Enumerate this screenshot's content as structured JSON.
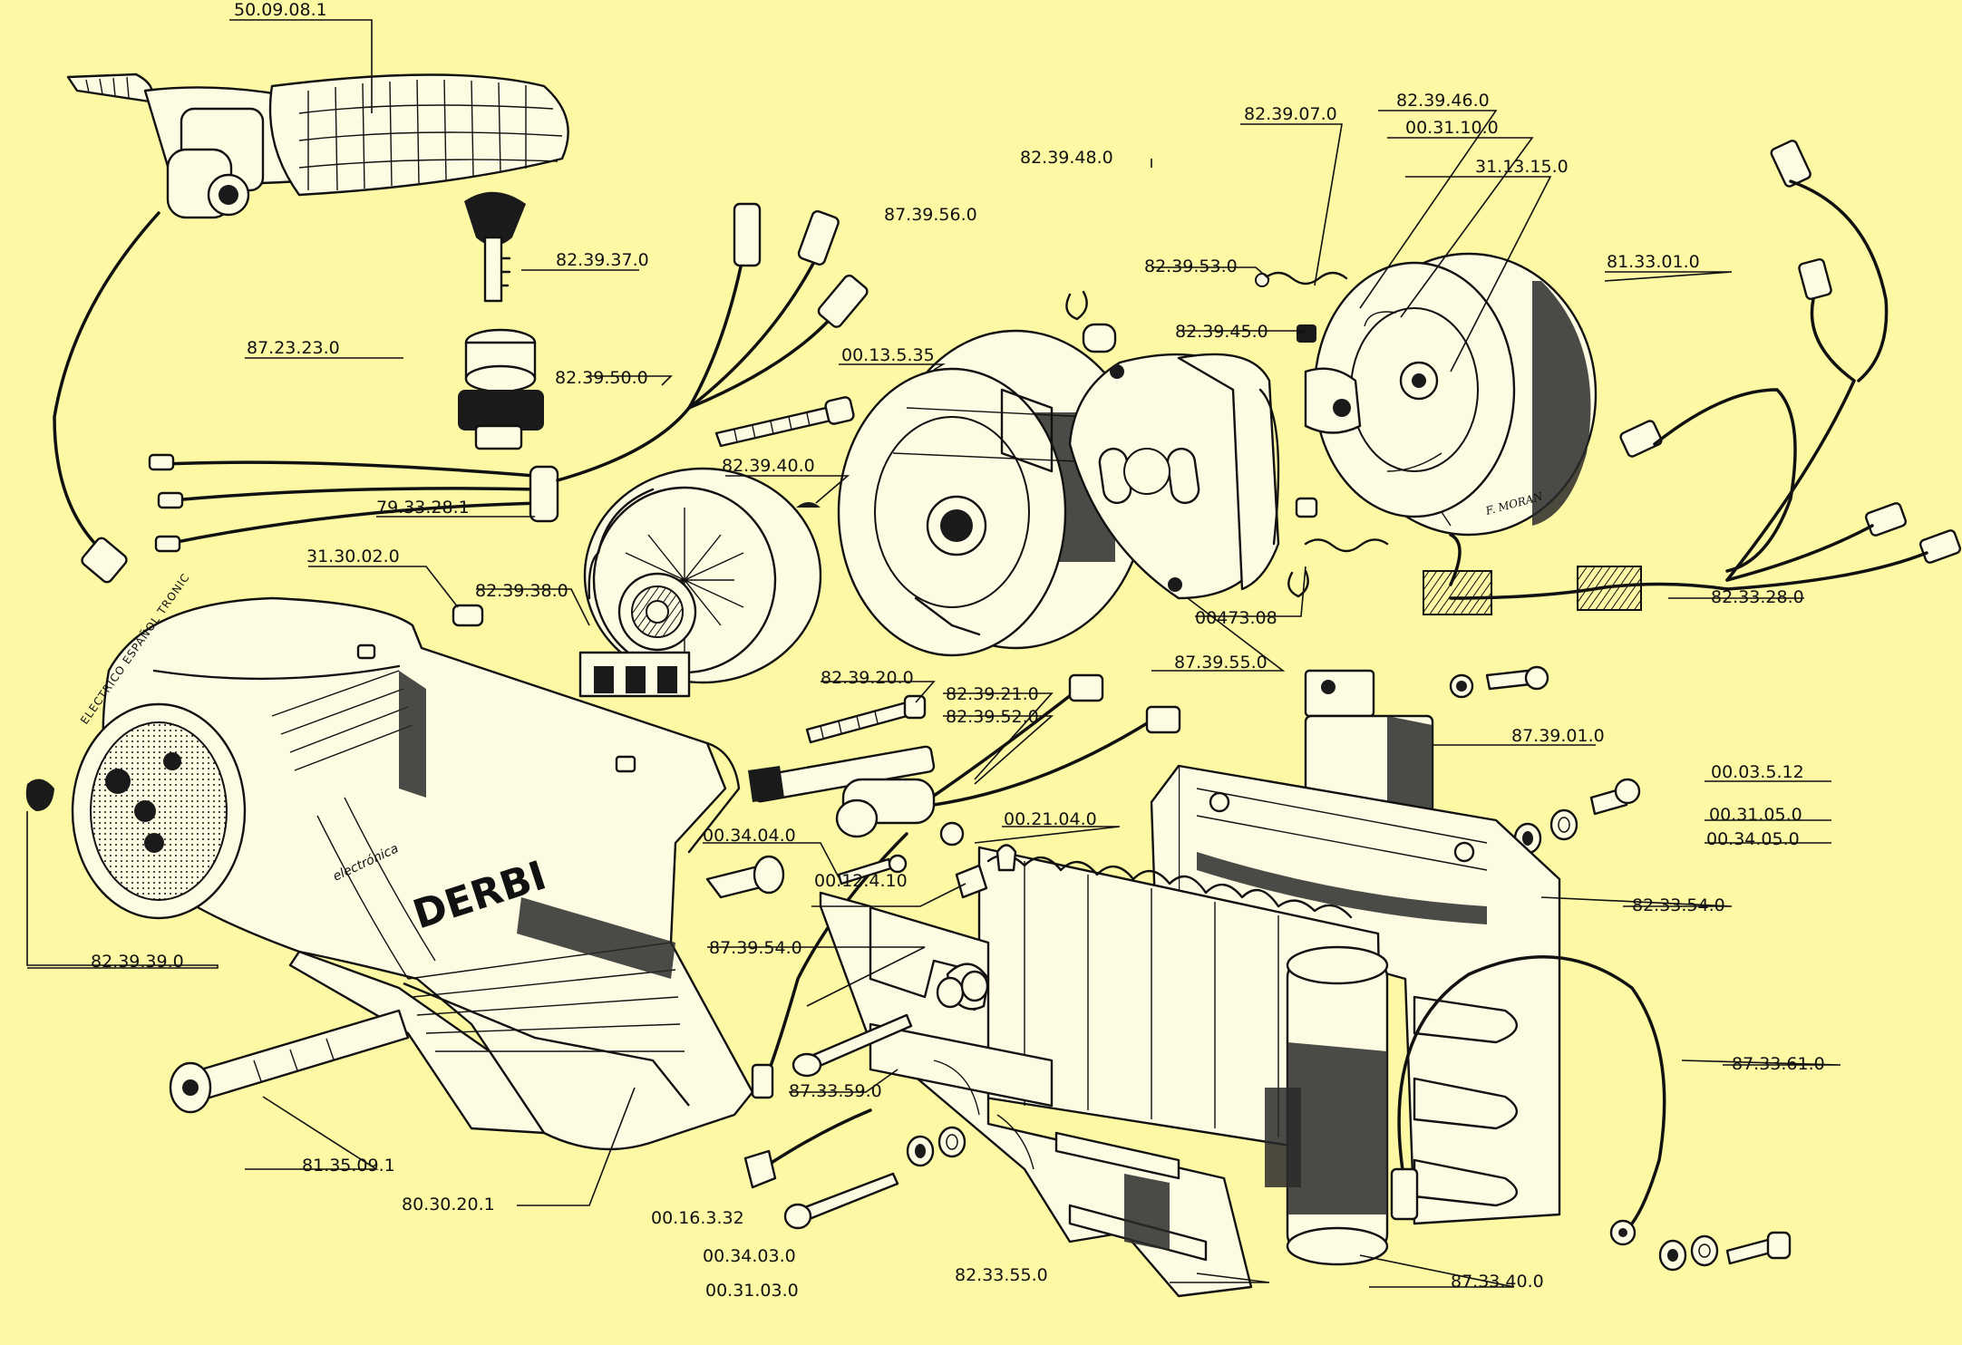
{
  "diagram": {
    "labels": [
      {
        "key": "l1",
        "text": "50.09.08.1"
      },
      {
        "key": "l2",
        "text": "82.39.37.0"
      },
      {
        "key": "l3",
        "text": "87.39.56.0"
      },
      {
        "key": "l4",
        "text": "82.39.07.0"
      },
      {
        "key": "l5",
        "text": "82.39.46.0"
      },
      {
        "key": "l6",
        "text": "00.31.10.0"
      },
      {
        "key": "l7",
        "text": "31.13.15.0"
      },
      {
        "key": "l8",
        "text": "82.39.48.0"
      },
      {
        "key": "l9",
        "text": "82.39.53.0"
      },
      {
        "key": "l10",
        "text": "81.33.01.0"
      },
      {
        "key": "l11",
        "text": "82.39.45.0"
      },
      {
        "key": "l12",
        "text": "87.23.23.0"
      },
      {
        "key": "l13",
        "text": "82.39.50.0"
      },
      {
        "key": "l14",
        "text": "00.13.5.35"
      },
      {
        "key": "l15",
        "text": "82.39.40.0"
      },
      {
        "key": "l16",
        "text": "79.33.28.1"
      },
      {
        "key": "l17",
        "text": "31.30.02.0"
      },
      {
        "key": "l18",
        "text": "82.39.38.0"
      },
      {
        "key": "l19",
        "text": "00473.08"
      },
      {
        "key": "l20",
        "text": "82.33.28.0"
      },
      {
        "key": "l21",
        "text": "87.39.55.0"
      },
      {
        "key": "l22",
        "text": "82.39.20.0"
      },
      {
        "key": "l23",
        "text": "82.39.21.0"
      },
      {
        "key": "l24",
        "text": "82.39.52.0"
      },
      {
        "key": "l25",
        "text": "87.39.01.0"
      },
      {
        "key": "l26",
        "text": "00.03.5.12"
      },
      {
        "key": "l27",
        "text": "00.34.04.0"
      },
      {
        "key": "l28",
        "text": "00.21.04.0"
      },
      {
        "key": "l29",
        "text": "00.31.05.0"
      },
      {
        "key": "l30",
        "text": "00.34.05.0"
      },
      {
        "key": "l31",
        "text": "00.12.4.10"
      },
      {
        "key": "l32",
        "text": "82.33.54.0"
      },
      {
        "key": "l33",
        "text": "82.39.39.0"
      },
      {
        "key": "l34",
        "text": "87.39.54.0"
      },
      {
        "key": "l35",
        "text": "87.33.61.0"
      },
      {
        "key": "l36",
        "text": "87.33.59.0"
      },
      {
        "key": "l37",
        "text": "81.35.09.1"
      },
      {
        "key": "l38",
        "text": "80.30.20.1"
      },
      {
        "key": "l39",
        "text": "00.16.3.32"
      },
      {
        "key": "l40",
        "text": "00.34.03.0"
      },
      {
        "key": "l41",
        "text": "00.31.03.0"
      },
      {
        "key": "l42",
        "text": "82.33.55.0"
      },
      {
        "key": "l43",
        "text": "87.33.40.0"
      }
    ],
    "cover_brand": "DERBI",
    "cover_badge_text": "ELECTRICO ESPAÑOL TRONIC",
    "cover_small_text": "electrónica",
    "artist_signature": "F. MORAN"
  },
  "colors": {
    "background": "#fcf8a4",
    "ink": "#111111",
    "paper": "#fdfbe2"
  }
}
